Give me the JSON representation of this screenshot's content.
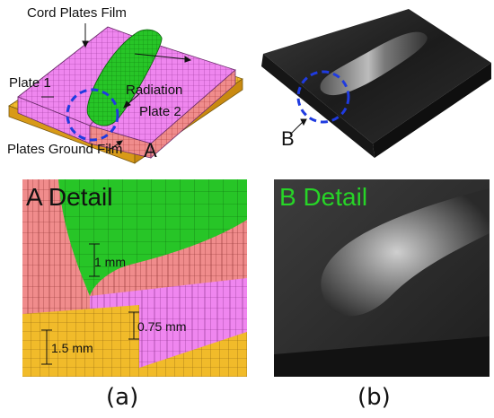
{
  "panel_a_top": {
    "labels": {
      "cord_plates_film": "Cord Plates Film",
      "plate1": "Plate 1",
      "radiation": "Radiation",
      "plate2": "Plate 2",
      "plates_ground_film": "Plates Ground Film",
      "marker_a": "A"
    }
  },
  "panel_b_top": {
    "marker_b": "B"
  },
  "panel_a_detail": {
    "title": "A Detail",
    "dims": {
      "d1": "1 mm",
      "d2": "0.75 mm",
      "d3": "1.5 mm"
    }
  },
  "panel_b_detail": {
    "title": "B Detail"
  },
  "captions": {
    "a": "(a)",
    "b": "(b)"
  },
  "colors": {
    "plate": "#ef86ef",
    "plate_mesh": "#a23aa2",
    "plate_right": "#f08c8c",
    "ground": "#f1bb2a",
    "cord": "#27c527",
    "detail_title_b": "#27d427",
    "marker_circle": "#1f3be0"
  }
}
